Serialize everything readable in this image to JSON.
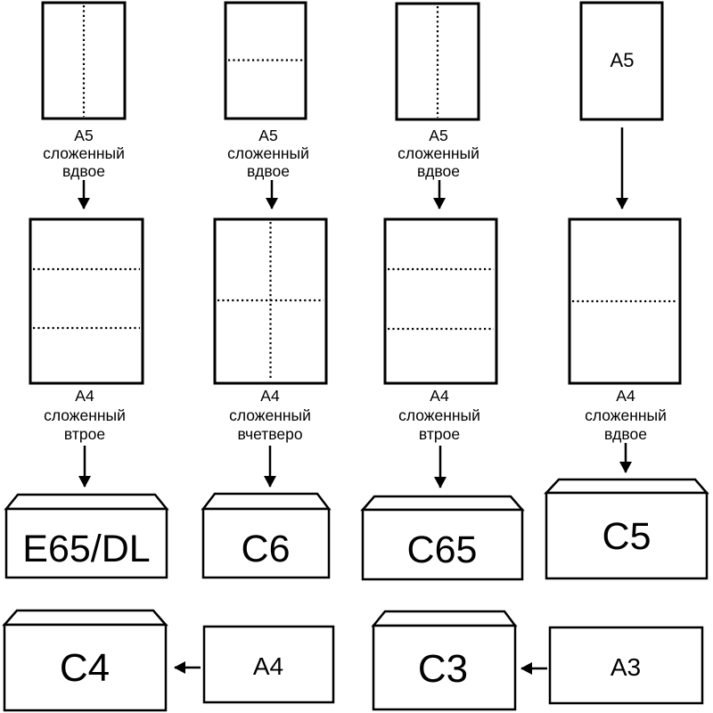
{
  "colors": {
    "outline": "#000000",
    "background": "#ffffff",
    "c4_highlight_fill": "#f8a2a4"
  },
  "top_row": [
    {
      "fold": "vertical-half",
      "label_lines": [
        "A5",
        "сложенный",
        "вдвое"
      ]
    },
    {
      "fold": "horizontal-half",
      "label_lines": [
        "A5",
        "сложенный",
        "вдвое"
      ]
    },
    {
      "fold": "vertical-half",
      "label_lines": [
        "A5",
        "сложенный",
        "вдвое"
      ]
    },
    {
      "fold": "none",
      "inner_label": "A5"
    }
  ],
  "middle_row": [
    {
      "fold": "horizontal-thirds",
      "label_lines": [
        "A4",
        "сложенный",
        "втрое"
      ]
    },
    {
      "fold": "quarters-cross",
      "label_lines": [
        "A4",
        "сложенный",
        "вчетверо"
      ]
    },
    {
      "fold": "horizontal-thirds",
      "label_lines": [
        "A4",
        "сложенный",
        "втрое"
      ]
    },
    {
      "fold": "horizontal-half",
      "label_lines": [
        "A4",
        "сложенный",
        "вдвое"
      ]
    }
  ],
  "envelope_row": [
    {
      "label": "E65/DL"
    },
    {
      "label": "C6"
    },
    {
      "label": "C65"
    },
    {
      "label": "C5"
    }
  ],
  "bottom_row": [
    {
      "envelope_label": "C4",
      "sheet_label": "A4",
      "highlighted": true
    },
    {
      "envelope_label": "C3",
      "sheet_label": "A3",
      "highlighted": false
    }
  ]
}
